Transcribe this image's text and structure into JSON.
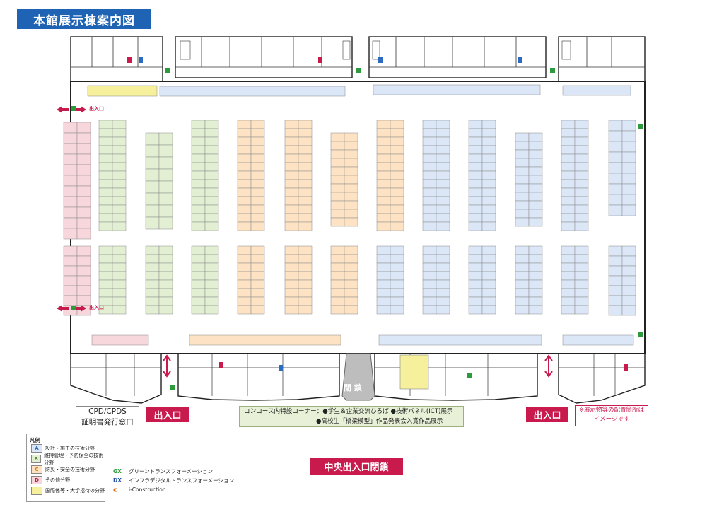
{
  "title": "本館展示棟案内図",
  "exits": {
    "side": "出入口",
    "left_bottom": "出入口",
    "right_bottom": "出入口"
  },
  "closed": "閉 鎖",
  "cpd": {
    "line1": "CPD/CPDS",
    "line2": "証明書発行窓口"
  },
  "concourse": {
    "line1": "コンコース内特設コーナー：●学生＆企業交流ひろば ●技術パネル(ICT)展示",
    "line2": "●高校生「橋梁模型」作品発表会入賞作品展示"
  },
  "note": {
    "line1": "※展示物等の配置箇所は",
    "line2": "イメージです"
  },
  "central_exit": "中央出入口閉鎖",
  "legend": {
    "title": "凡例",
    "items": [
      {
        "letter": "A",
        "label": "設計・施工の技術分野",
        "color": "#dbe7f7",
        "letter_color": "#2d6bc2"
      },
      {
        "letter": "B",
        "label": "維持管理・予防保全の技術分野",
        "color": "#e2efd2",
        "letter_color": "#4f8a2b"
      },
      {
        "letter": "C",
        "label": "防災・安全の技術分野",
        "color": "#fde3c3",
        "letter_color": "#d07a19"
      },
      {
        "letter": "D",
        "label": "その他分野",
        "color": "#f7d6dc",
        "letter_color": "#c0214a"
      },
      {
        "letter": "",
        "label": "国際係等・大学招待の分野",
        "color": "#f6ef9c",
        "letter_color": "#000000"
      }
    ]
  },
  "legend2": {
    "gx_label": "グリーントランスフォーメーション",
    "dx_label": "インフラデジタルトランスフォーメーション",
    "dx": "DX",
    "gx": "GX",
    "ic_label": "i-Construction"
  },
  "colors": {
    "A": "#dbe7f7",
    "B": "#e2efd2",
    "C": "#fde3c3",
    "D": "#f7d6dc",
    "E": "#f6ef9c",
    "gray": "#bdbdbd",
    "accent": "#c91a4d",
    "dx": "#3a74c4"
  },
  "booths": [
    {
      "cat": "D",
      "c": 109,
      "rows": [
        173,
        188,
        203,
        218,
        233,
        248,
        263,
        278,
        293,
        308,
        323
      ]
    },
    {
      "cat": "B",
      "c": 159,
      "rows": [
        170,
        182,
        194,
        206,
        218,
        230,
        242,
        254,
        266,
        278,
        290,
        302,
        314
      ]
    },
    {
      "cat": "B",
      "c": 225,
      "rows": [
        188,
        205,
        222,
        239,
        256,
        273,
        290,
        307
      ]
    },
    {
      "cat": "B",
      "c": 290,
      "rows": [
        170,
        182,
        194,
        206,
        218,
        230,
        242,
        254,
        266,
        278,
        290,
        302,
        314
      ]
    },
    {
      "cat": "C",
      "c": 355,
      "rows": [
        170,
        182,
        194,
        206,
        218,
        230,
        242,
        254,
        266,
        278,
        290,
        302,
        314
      ]
    },
    {
      "cat": "C",
      "c": 422,
      "rows": [
        170,
        182,
        194,
        206,
        218,
        230,
        242,
        254,
        266,
        278,
        290,
        302,
        314
      ]
    },
    {
      "cat": "C",
      "c": 487,
      "rows": [
        188,
        200,
        212,
        224,
        236,
        248,
        260,
        272,
        284,
        296,
        308
      ]
    },
    {
      "cat": "C",
      "c": 552,
      "rows": [
        170,
        182,
        194,
        206,
        218,
        230,
        242,
        254,
        266,
        278,
        290,
        302,
        314
      ]
    },
    {
      "cat": "A",
      "c": 617,
      "rows": [
        170,
        182,
        194,
        206,
        218,
        230,
        242,
        254,
        266,
        278,
        290,
        302,
        314
      ]
    },
    {
      "cat": "A",
      "c": 682,
      "rows": [
        170,
        182,
        194,
        206,
        218,
        230,
        242,
        254,
        266,
        278,
        290,
        302,
        314
      ]
    },
    {
      "cat": "A",
      "c": 748,
      "rows": [
        188,
        200,
        212,
        224,
        236,
        248,
        260,
        272,
        284,
        296,
        308
      ]
    },
    {
      "cat": "A",
      "c": 813,
      "rows": [
        170,
        182,
        194,
        206,
        218,
        230,
        242,
        254,
        266,
        278,
        290,
        302,
        314
      ]
    },
    {
      "cat": "A",
      "c": 880,
      "rows": [
        170,
        185,
        200,
        215,
        230,
        245,
        260,
        275,
        290
      ]
    },
    {
      "cat": "D",
      "c": 109,
      "rows": [
        348,
        362,
        376,
        390,
        404,
        418,
        432
      ]
    },
    {
      "cat": "B",
      "c": 159,
      "rows": [
        348,
        360,
        372,
        384,
        396,
        408,
        420,
        432
      ]
    },
    {
      "cat": "B",
      "c": 225,
      "rows": [
        348,
        360,
        372,
        384,
        396,
        408,
        420,
        432
      ]
    },
    {
      "cat": "B",
      "c": 290,
      "rows": [
        348,
        360,
        372,
        384,
        396,
        408,
        420,
        432
      ]
    },
    {
      "cat": "C",
      "c": 355,
      "rows": [
        348,
        360,
        372,
        384,
        396,
        408,
        420,
        432
      ]
    },
    {
      "cat": "C",
      "c": 422,
      "rows": [
        348,
        360,
        372,
        384,
        396,
        408,
        420,
        432
      ]
    },
    {
      "cat": "C",
      "c": 487,
      "rows": [
        348,
        360,
        372,
        384,
        396,
        408,
        420,
        432
      ]
    },
    {
      "cat": "A",
      "c": 552,
      "rows": [
        348,
        360,
        372,
        384,
        396,
        408,
        420,
        432
      ]
    },
    {
      "cat": "A",
      "c": 617,
      "rows": [
        348,
        360,
        372,
        384,
        396,
        408,
        420,
        432
      ]
    },
    {
      "cat": "A",
      "c": 682,
      "rows": [
        348,
        360,
        372,
        384,
        396,
        408,
        420,
        432
      ]
    },
    {
      "cat": "A",
      "c": 748,
      "rows": [
        348,
        360,
        372,
        384,
        396,
        408,
        420,
        432
      ]
    },
    {
      "cat": "A",
      "c": 813,
      "rows": [
        348,
        360,
        372,
        384,
        396,
        408,
        420,
        432
      ]
    },
    {
      "cat": "A",
      "c": 880,
      "rows": [
        348,
        362,
        376,
        390,
        404,
        418,
        432
      ]
    }
  ]
}
